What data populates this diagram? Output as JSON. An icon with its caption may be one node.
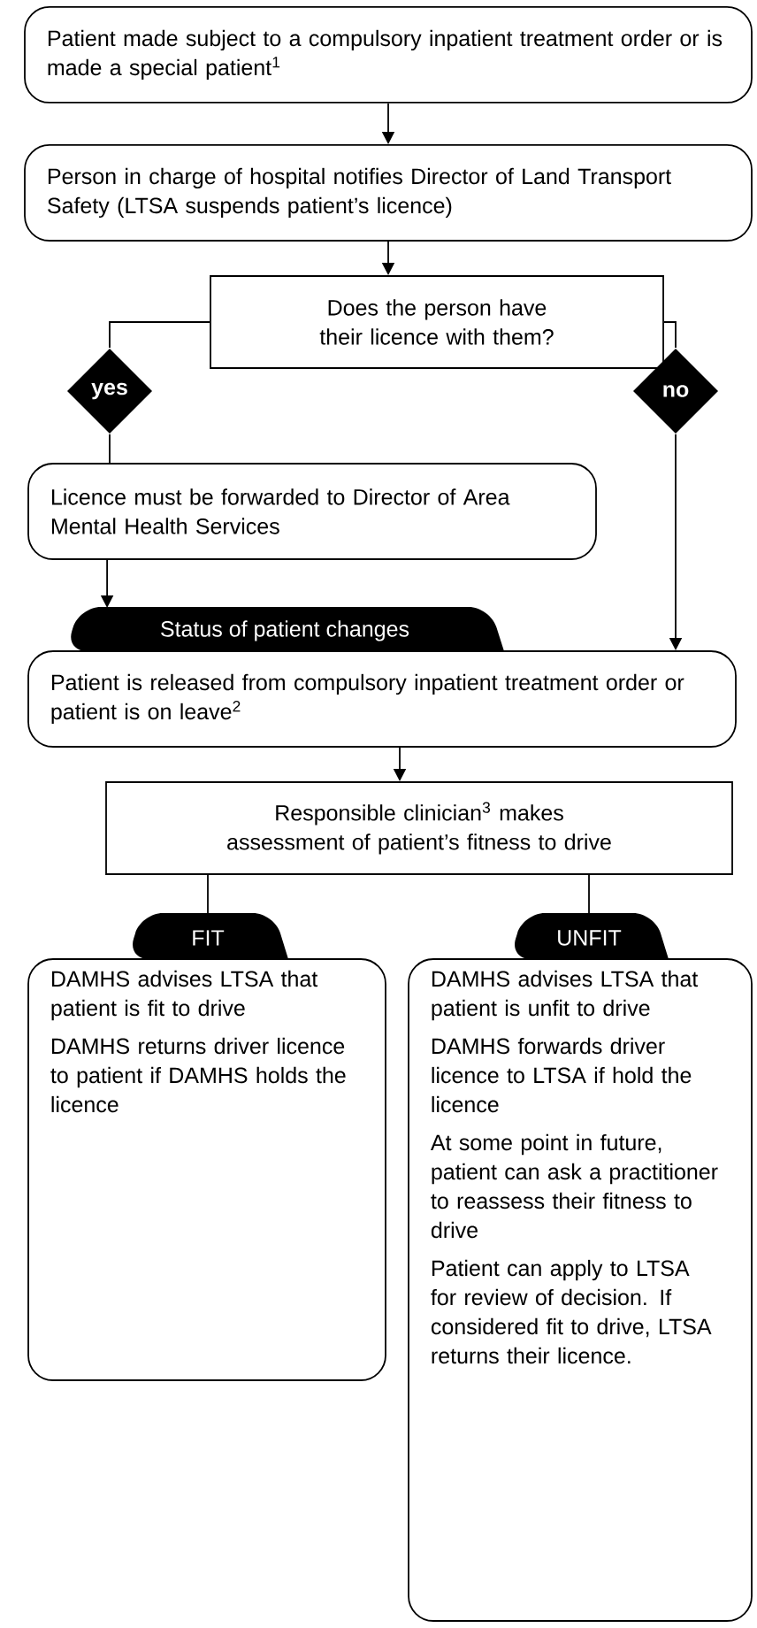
{
  "diagram": {
    "nodes": [
      {
        "text": [
          "Patient made subject to a compulsory inpatient treatment order or is made a special patient$^{1}$"
        ]
      },
      {
        "text": [
          "Person in charge of hospital notifies Director of Land Transport Safety (LTSA suspends patient’s licence)"
        ]
      },
      {
        "text": [
          "Does the person have their licence with them?"
        ]
      },
      {
        "text": [
          "yes"
        ]
      },
      {
        "text": [
          "no"
        ]
      },
      {
        "text": [
          "Licence must be forwarded to Director of Area Mental Health Services"
        ]
      },
      {
        "text": [
          "Status of patient changes"
        ]
      },
      {
        "text": [
          "Patient is released from compulsory inpatient treatment order or patient is on leave$^{2}$"
        ]
      },
      {
        "text": [
          "Responsible clinician$^{3}$ makes assessment of patient’s fitness to drive"
        ]
      },
      {
        "text": [
          "FIT"
        ]
      },
      {
        "text": [
          "UNFIT"
        ]
      },
      {
        "text": [
          "DAMHS advises LTSA that patient is fit to drive",
          "DAMHS returns driver licence to patient if DAMHS holds the licence"
        ]
      },
      {
        "text": [
          "DAMHS advises LTSA that patient is unfit to drive",
          "DAMHS forwards driver licence to LTSA if hold the licence",
          "At some point in future, patient can ask a practitioner to reassess their fitness to drive",
          "Patient can apply to LTSA for review of decision. If considered fit to drive, LTSA returns their licence."
        ]
      }
    ],
    "edges": [
      {
        "from": 0,
        "to": 1,
        "arrow": "to"
      },
      {
        "from": 1,
        "to": 2,
        "arrow": "to"
      },
      {
        "from": 2,
        "to": 3,
        "arrow": "none"
      },
      {
        "from": 2,
        "to": 4,
        "arrow": "none"
      },
      {
        "from": 3,
        "to": 5,
        "arrow": "none"
      },
      {
        "from": 5,
        "to": 6,
        "arrow": "to"
      },
      {
        "from": 4,
        "to": 7,
        "arrow": "to"
      },
      {
        "from": 7,
        "to": 8,
        "arrow": "to"
      },
      {
        "from": 8,
        "to": 9,
        "arrow": "none"
      },
      {
        "from": 8,
        "to": 10,
        "arrow": "none"
      }
    ]
  }
}
